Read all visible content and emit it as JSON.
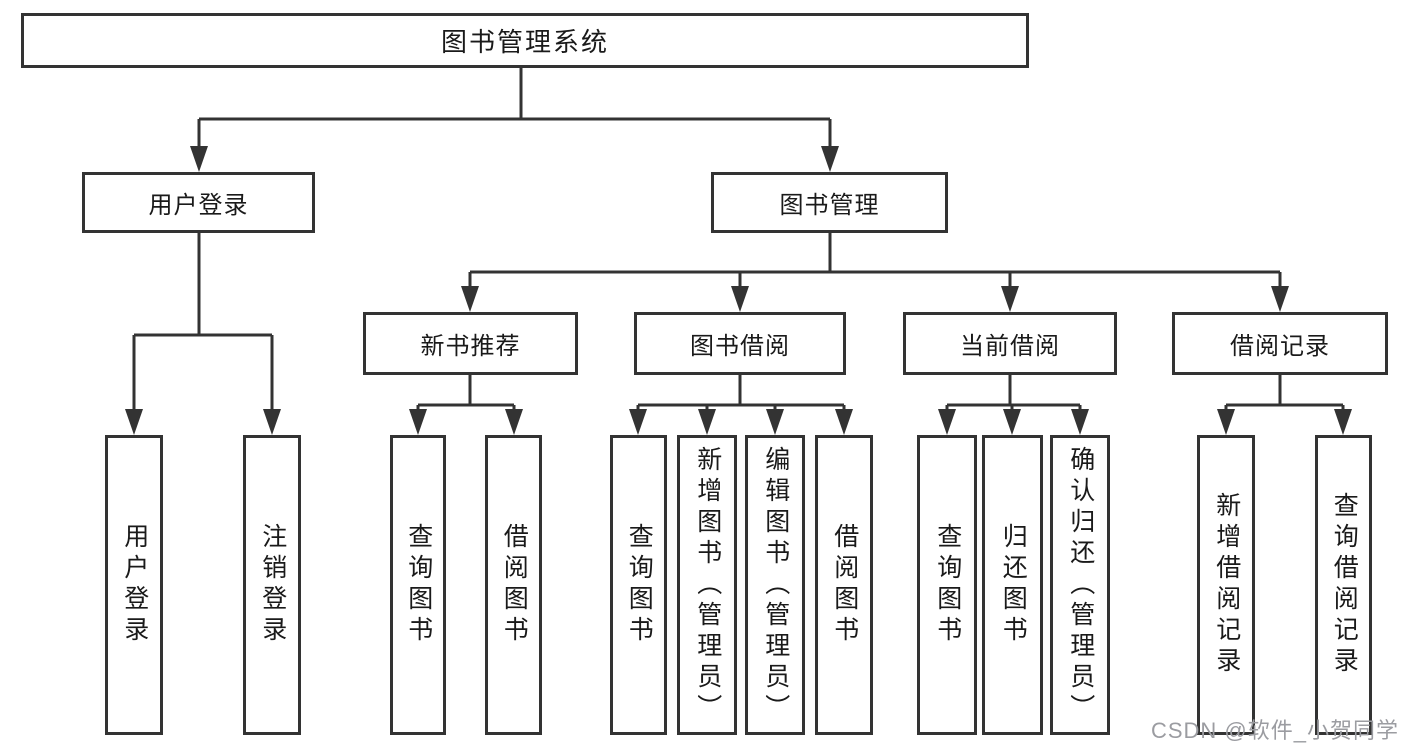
{
  "tree": {
    "root": {
      "label": "图书管理系统"
    },
    "branches": [
      {
        "label": "用户登录",
        "children": [
          {
            "label": "用户登录"
          },
          {
            "label": "注销登录"
          }
        ]
      },
      {
        "label": "图书管理",
        "children": [
          {
            "label": "新书推荐",
            "children": [
              {
                "label": "查询图书"
              },
              {
                "label": "借阅图书"
              }
            ]
          },
          {
            "label": "图书借阅",
            "children": [
              {
                "label": "查询图书"
              },
              {
                "label": "新增图书（管理员）"
              },
              {
                "label": "编辑图书（管理员）"
              },
              {
                "label": "借阅图书"
              }
            ]
          },
          {
            "label": "当前借阅",
            "children": [
              {
                "label": "查询图书"
              },
              {
                "label": "归还图书"
              },
              {
                "label": "确认归还（管理员）"
              }
            ]
          },
          {
            "label": "借阅记录",
            "children": [
              {
                "label": "新增借阅记录"
              },
              {
                "label": "查询借阅记录"
              }
            ]
          }
        ]
      }
    ]
  },
  "watermark": {
    "text": "CSDN @软件_小贺同学",
    "color": "#9b9ca1"
  },
  "colors": {
    "line": "#333333",
    "box_border": "#333333",
    "text": "#1a1a1a",
    "background": "#ffffff"
  }
}
